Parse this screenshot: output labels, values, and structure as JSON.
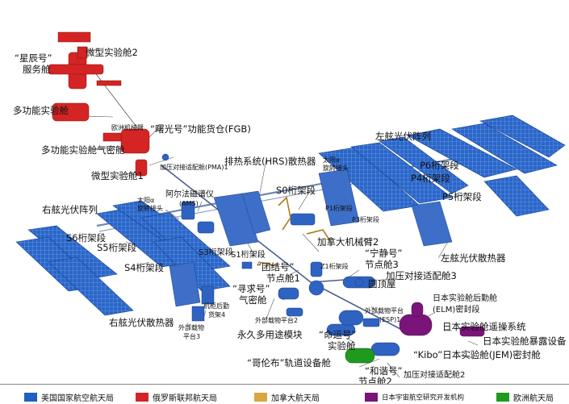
{
  "colors": {
    "usa": "#1f5fc4",
    "russia": "#d42424",
    "canada": "#d9a640",
    "japan": "#7a147a",
    "europe": "#1f9a1f"
  },
  "labels": {
    "zarya": "“星辰号”",
    "zarya2": "服务舱",
    "mrm2": "微型实验舱2",
    "mlm": "多功能实验舱",
    "era": "欧洲机械臂",
    "zaryafgb": "“曙光号”功能货仓(FGB)",
    "airlock": "多功能实验舱气密舱",
    "pma1": "加压对接适配舱(PMA)1",
    "mrm1": "微型实验舱1",
    "hrs": "排热系统(HRS)散热器",
    "sarj_l": "太阳α",
    "sarj_l2": "旋转接头",
    "left_array": "左舷光伏阵列",
    "p6": "P6桁架段",
    "p4": "P4桁架段",
    "p5": "P5桁架段",
    "s0": "S0桁架段",
    "p1": "P1桁架段",
    "p3": "P3桁架段",
    "ams": "阿尔法磁谱仪",
    "ams2": "(AMS)",
    "sarj_r": "太阳α",
    "sarj_r2": "旋转接头",
    "right_array": "右舷光伏阵列",
    "s6": "S6桁架段",
    "s5": "S5桁架段",
    "s4": "S4桁架段",
    "s3": "S3桁架段",
    "s1": "S1桁架段",
    "canadarm": "加拿大机械臂2",
    "left_radiator": "左舷光伏散热器",
    "tranquility": "“宁静号”",
    "tranquility2": "节点舱3",
    "pma3": "加压对接适配舱3",
    "unity": "“团结号”",
    "unity2": "节点舱1",
    "z1": "Z1桁架段",
    "cupola": "圆顶屋",
    "quest": "“寻求号”",
    "quest2": "气密舱",
    "esp2": "外部载物平台2",
    "esp1": "外部载物平台",
    "esp1b": "(ESP)1",
    "elm": "日本实验舱后勤舱",
    "elm2": "(ELM)密封段",
    "jemrms": "日本实验舱遥操系统",
    "right_radiator": "右舷光伏散热器",
    "esp3": "外部载物",
    "esp3b": "平台3",
    "elc4": "机柜后勤",
    "elc4b": "货架4",
    "jep": "日本实验舱暴露设备",
    "pmm": "永久多用途模块",
    "destiny": "“命运号”",
    "destiny2": "实验舱",
    "kibo": "“Kibo”日本实验舱(JEM)密封舱",
    "columbus": "“哥伦布”轨道设备舱",
    "harmony": "“和谐号”",
    "harmony2": "节点舱2",
    "pma2": "加压对接适配舱2"
  },
  "legend": [
    {
      "color": "#1f5fc4",
      "label": "美国国家航空航天局"
    },
    {
      "color": "#d42424",
      "label": "俄罗斯联邦航天局"
    },
    {
      "color": "#d9a640",
      "label": "加拿大航天局"
    },
    {
      "color": "#7a147a",
      "label": "日本宇宙航空研究开发机构"
    },
    {
      "color": "#1f9a1f",
      "label": "欧洲航天局"
    }
  ]
}
